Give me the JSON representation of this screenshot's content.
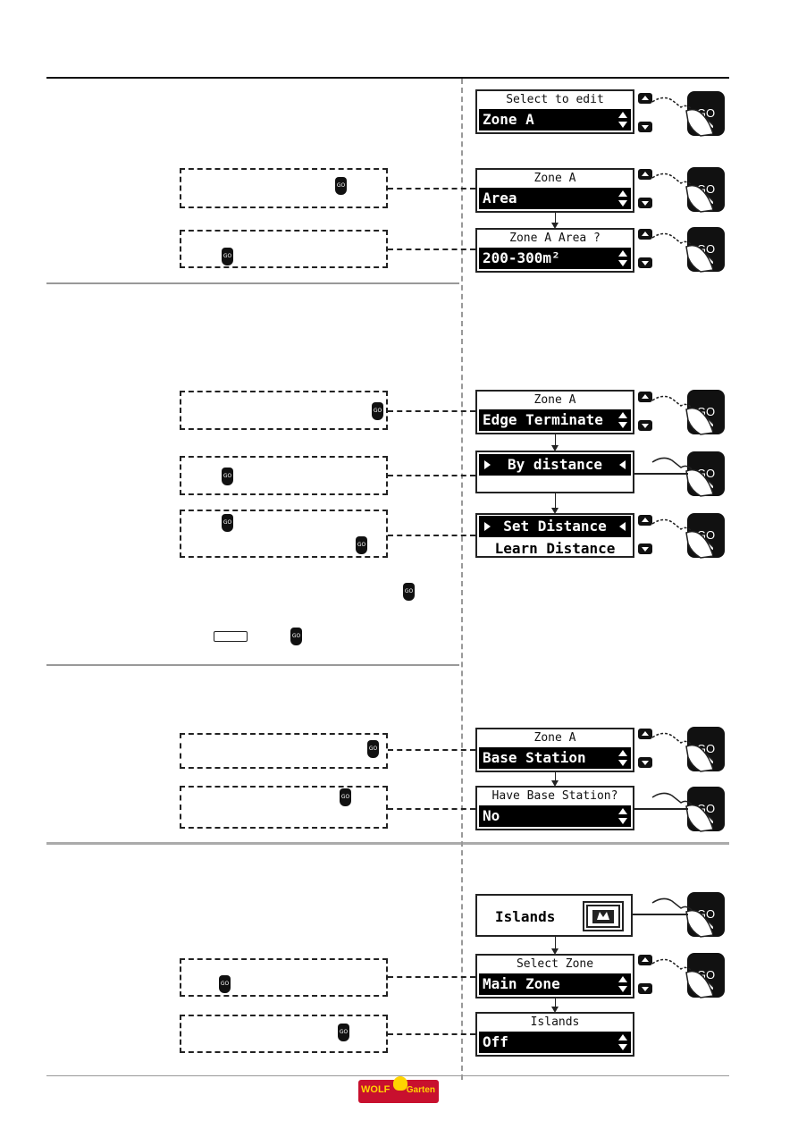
{
  "screens": {
    "s1": {
      "title": "Select to edit",
      "value": "Zone A"
    },
    "s2": {
      "title": "Zone A",
      "value": "Area"
    },
    "s3": {
      "title": "Zone A Area ?",
      "value": "200-300m²"
    },
    "s4": {
      "title": "Zone A",
      "value": "Edge Terminate"
    },
    "s5": {
      "value": "By distance"
    },
    "s6": {
      "value": "Set Distance",
      "line2": "Learn Distance"
    },
    "s7": {
      "title": "Zone A",
      "value": "Base Station"
    },
    "s8": {
      "title": "Have Base Station?",
      "value": "No"
    },
    "s9": {
      "label": "Islands"
    },
    "s10": {
      "title": "Select Zone",
      "value": "Main Zone"
    },
    "s11": {
      "title": "Islands",
      "value": "Off"
    }
  },
  "buttons": {
    "go": "GO",
    "go_small": "GO"
  },
  "icons": [
    "go-button-icon",
    "up-key-icon",
    "down-key-icon",
    "pointing-hand-icon",
    "islands-icon",
    "wolf-garten-logo"
  ],
  "logo": {
    "left": "WOLF",
    "right": "Garten"
  }
}
